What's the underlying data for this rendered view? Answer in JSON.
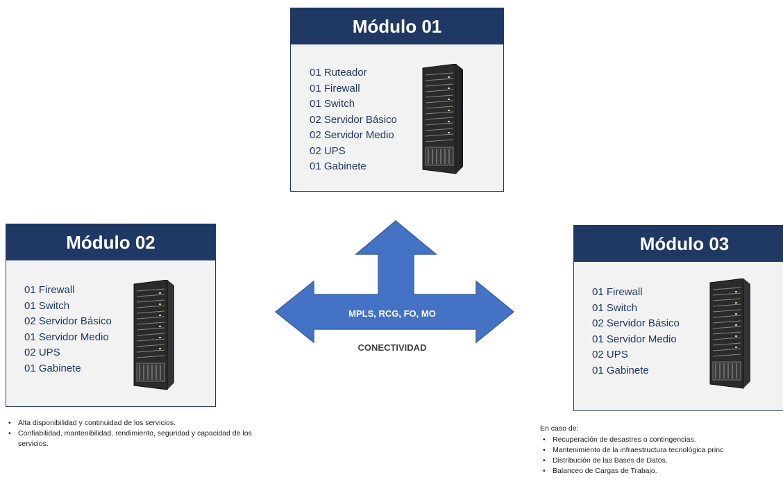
{
  "modules": {
    "m1": {
      "title": "Módulo 01",
      "items": [
        "01 Ruteador",
        "01 Firewall",
        "01 Switch",
        "02 Servidor Básico",
        "02 Servidor Medio",
        "02 UPS",
        "01 Gabinete"
      ]
    },
    "m2": {
      "title": "Módulo 02",
      "items": [
        "01 Firewall",
        "01 Switch",
        "02 Servidor Básico",
        "01 Servidor Medio",
        "02 UPS",
        "01 Gabinete"
      ]
    },
    "m3": {
      "title": "Módulo 03",
      "items": [
        "01 Firewall",
        "01 Switch",
        "02 Servidor Básico",
        "01 Servidor Medio",
        "02 UPS",
        "01 Gabinete"
      ]
    }
  },
  "connectivity": {
    "links": "MPLS, RCG, FO, MO",
    "label": "CONECTIVIDAD"
  },
  "notes_left": [
    "Alta disponibilidad y continuidad de los servicios.",
    "Confiabilidad, mantenibilidad, rendimiento, seguridad y capacidad de los servicios."
  ],
  "notes_right": {
    "intro": "En caso de:",
    "items": [
      "Recuperación de desastres o contingencias.",
      "Mantenimiento de la infraestructura tecnológica princ",
      "Distribución de las Bases de Datos.",
      "Balanceo de Cargas de Trabajo."
    ]
  },
  "colors": {
    "header_navy": "#1f3864",
    "arrow_blue": "#4472c4",
    "panel_bg": "#f2f2f2"
  },
  "icons": {
    "rack": "server-rack-icon",
    "arrow": "three-way-arrow-icon"
  }
}
